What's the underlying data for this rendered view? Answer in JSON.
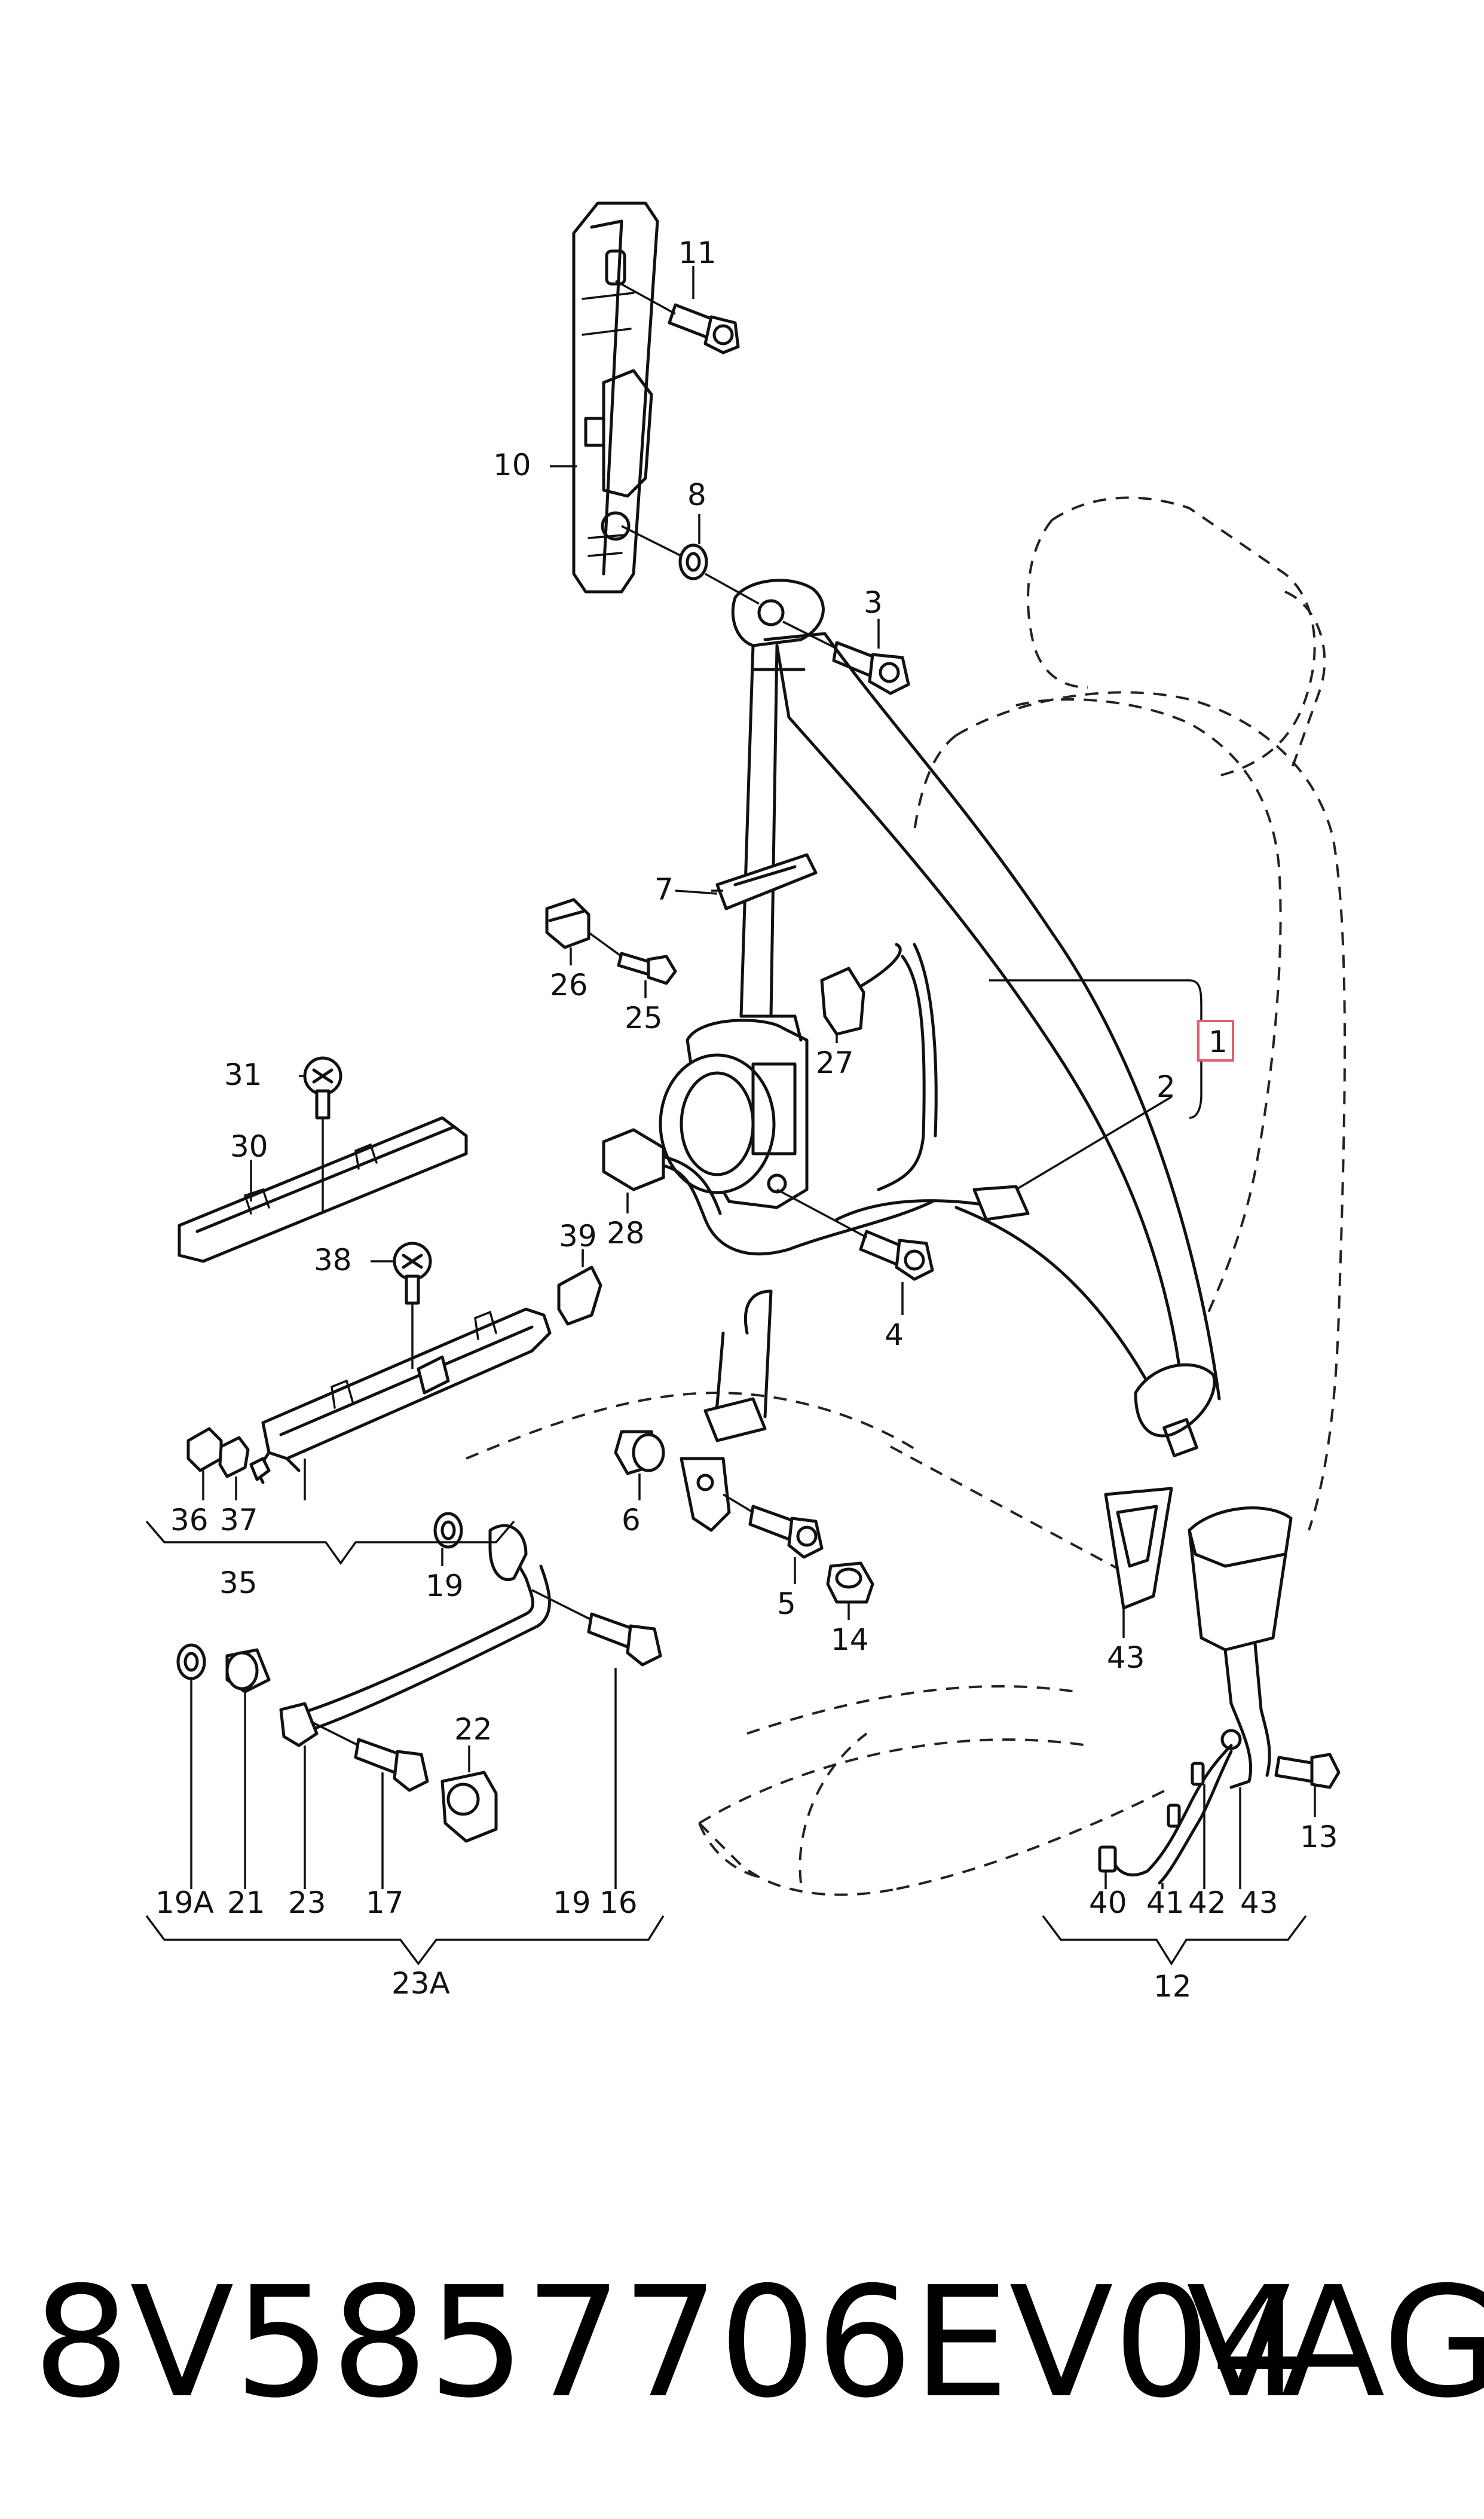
{
  "labels": {
    "p1": "1",
    "p2": "2",
    "p3": "3",
    "p4": "4",
    "p5": "5",
    "p6": "6",
    "p7": "7",
    "p8": "8",
    "p10": "10",
    "p11": "11",
    "p12": "12",
    "p13": "13",
    "p14": "14",
    "p16": "16",
    "p17": "17",
    "p19a": "19",
    "p19b": "19",
    "p19A": "19A",
    "p21": "21",
    "p22": "22",
    "p23": "23",
    "p23A": "23A",
    "p25": "25",
    "p26": "26",
    "p27": "27",
    "p28": "28",
    "p30": "30",
    "p31": "31",
    "p35": "35",
    "p36": "36",
    "p37": "37",
    "p38": "38",
    "p39": "39",
    "p40": "40",
    "p41": "41",
    "p42": "42",
    "p43a": "43",
    "p43b": "43"
  },
  "footer": {
    "part_number": "8V5857706EV04",
    "brand": "VAG"
  },
  "colors": {
    "line": "#111111",
    "highlight_box": "#e06070"
  }
}
